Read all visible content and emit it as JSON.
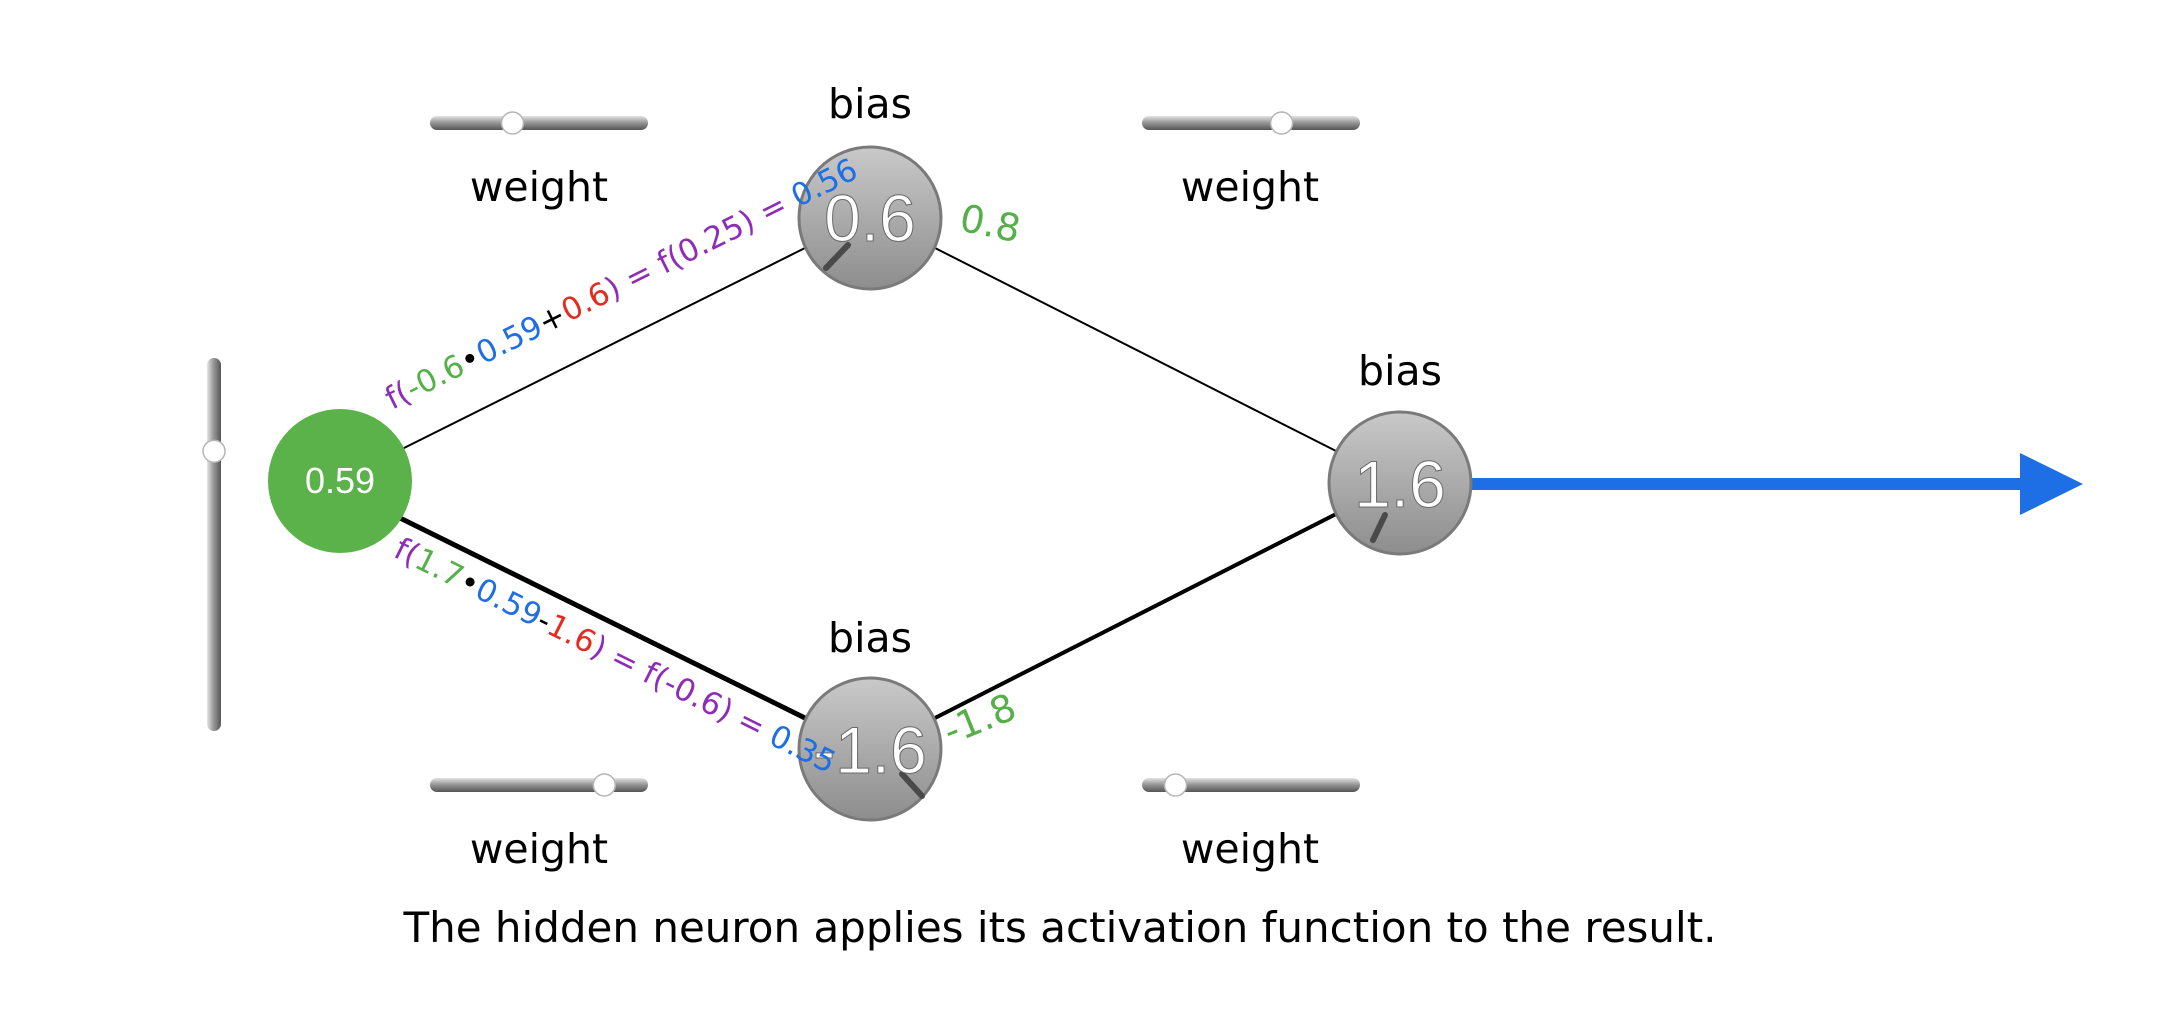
{
  "colors": {
    "input_node": "#5cb24a",
    "hidden_node": "#a4a4a4",
    "weight_green": "#55b04a",
    "input_blue": "#1e6ee6",
    "bias_red": "#e22b21",
    "func_purple": "#8e2bb8",
    "arrow": "#1e6ee6"
  },
  "input_node": {
    "value": "0.59"
  },
  "top_neuron": {
    "bias_label": "bias",
    "value": "0.6",
    "out_weight": "0.8"
  },
  "bottom_neuron": {
    "bias_label": "bias",
    "value": "-1.6",
    "out_weight": "-1.8"
  },
  "output_neuron": {
    "bias_label": "bias",
    "value": "1.6"
  },
  "sliders": {
    "top_left": {
      "label": "weight",
      "level": 0.37
    },
    "top_right": {
      "label": "weight",
      "level": 0.65
    },
    "bottom_left": {
      "label": "weight",
      "level": 0.82
    },
    "bottom_right": {
      "label": "weight",
      "level": 0.13
    },
    "input": {
      "level": 0.76
    }
  },
  "formula_top": {
    "f_open": "f(",
    "weight": "-0.6",
    "dot": "•",
    "input": "0.59",
    "op": "+",
    "bias": "0.6",
    "mid": ") = f(0.25) = ",
    "result": "0.56"
  },
  "formula_bottom": {
    "f_open": "f(",
    "weight": "1.7",
    "dot": "•",
    "input": "0.59",
    "op": "-",
    "bias": "1.6",
    "mid": ") = f(-0.6) = ",
    "result": "0.35"
  },
  "caption": "The hidden neuron applies its activation function to the result."
}
